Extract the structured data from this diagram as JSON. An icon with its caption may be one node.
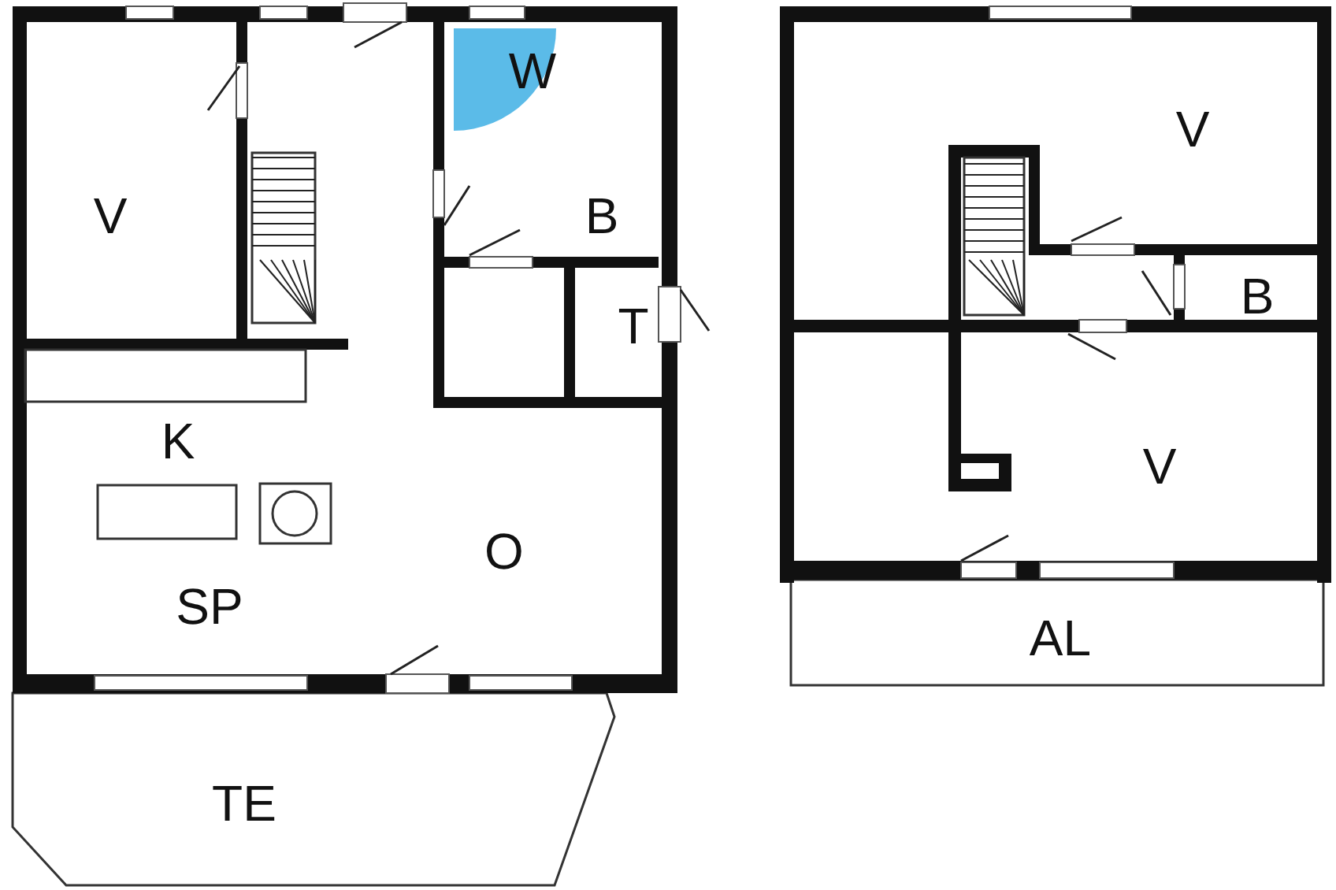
{
  "diagram": {
    "labels": [
      "V",
      "W",
      "B",
      "T",
      "K",
      "SP",
      "O",
      "TE",
      "V",
      "B",
      "V",
      "AL"
    ]
  }
}
